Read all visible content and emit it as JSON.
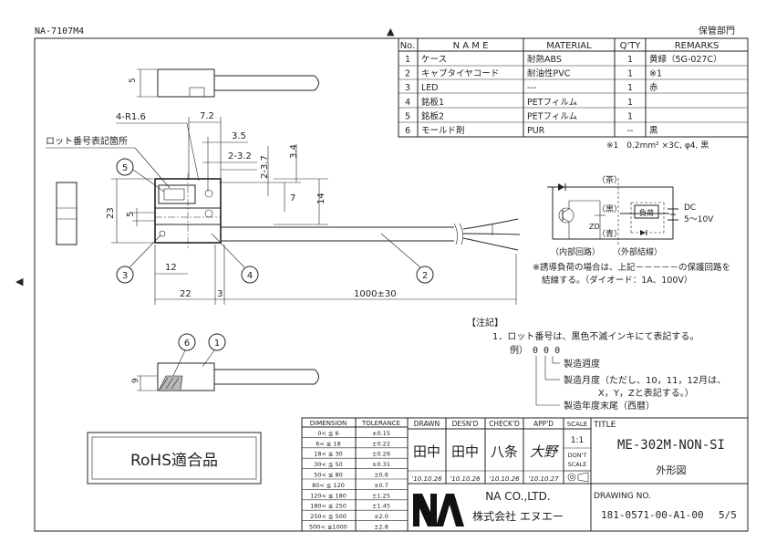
{
  "header": {
    "doc_code": "NA-7107M4",
    "dept": "保管部門",
    "center_mark": "▲",
    "side_mark": "◀"
  },
  "parts_table": {
    "headers": [
      "No.",
      "N A M E",
      "MATERIAL",
      "Q'TY",
      "REMARKS"
    ],
    "rows": [
      {
        "no": "1",
        "name": "ケース",
        "material": "耐熱ABS",
        "qty": "1",
        "remarks": "黄緑（5G-027C）"
      },
      {
        "no": "2",
        "name": "キャブタイヤコード",
        "material": "耐油性PVC",
        "qty": "1",
        "remarks": "※1"
      },
      {
        "no": "3",
        "name": "LED",
        "material": "---",
        "qty": "1",
        "remarks": "赤"
      },
      {
        "no": "4",
        "name": "銘板1",
        "material": "PETフィルム",
        "qty": "1",
        "remarks": ""
      },
      {
        "no": "5",
        "name": "銘板2",
        "material": "PETフィルム",
        "qty": "1",
        "remarks": ""
      },
      {
        "no": "6",
        "name": "モールド剤",
        "material": "PUR",
        "qty": "--",
        "remarks": "黒"
      }
    ],
    "footnote": "※1　0.2mm² ×3C, φ4, 黒"
  },
  "drawing": {
    "dims": {
      "d5_top": "5",
      "r16": "4-R1.6",
      "d72": "7.2",
      "d35": "3.5",
      "d232": "2-3.2",
      "d237": "2-3.7",
      "d34": "3.4",
      "d7": "7",
      "d14": "14",
      "d23": "23",
      "d5_mid": "5",
      "d12": "12",
      "d22": "22",
      "d3": "3",
      "d1000": "1000±30",
      "d9": "9"
    },
    "lot_label": "ロット番号表記箇所",
    "balloons": [
      "5",
      "3",
      "4",
      "2",
      "6",
      "1"
    ]
  },
  "circuit": {
    "wire_brown": "（茶）",
    "wire_black": "（黒）",
    "wire_blue": "（青）",
    "load": "負荷",
    "zd": "ZD",
    "dc_label": "DC",
    "voltage": "5～10V",
    "internal": "（内部回路）",
    "external": "（外部結線）",
    "note_line1": "※誘導負荷の場合は、上記－－－－－の保護回路を",
    "note_line2": "結線する。（ダイオード：1A、100V）"
  },
  "notes": {
    "title": "【注記】",
    "line1": "1．ロット番号は、黒色不滅インキにて表記する。",
    "example_label": "例）",
    "example_code": "0 0 0",
    "item1": "製造週度",
    "item2a": "製造月度（ただし、10，11，12月は、",
    "item2b": "X，Y，Zと表記する。）",
    "item3": "製造年度末尾（西暦）"
  },
  "rohs_label": "RoHS適合品",
  "tolerance": {
    "headers": [
      "DIMENSION",
      "TOLERANCE"
    ],
    "rows": [
      [
        "0< ≦ 6",
        "±0.15"
      ],
      [
        "6< ≦ 18",
        "±0.22"
      ],
      [
        "18< ≦ 30",
        "±0.26"
      ],
      [
        "30< ≦ 50",
        "±0.31"
      ],
      [
        "50< ≦ 80",
        "±0.6"
      ],
      [
        "80< ≦ 120",
        "±0.7"
      ],
      [
        "120< ≦ 180",
        "±1.25"
      ],
      [
        "180< ≦ 250",
        "±1.45"
      ],
      [
        "250< ≦ 500",
        "±2.0"
      ],
      [
        "500< ≦1000",
        "±2.8"
      ]
    ]
  },
  "title_block": {
    "headers": [
      "DRAWN",
      "DESN'D",
      "CHECK'D",
      "APP'D",
      "SCALE"
    ],
    "signatures": [
      "田中",
      "田中",
      "八条",
      "大野"
    ],
    "dates": [
      "'10.10.26",
      "'10.10.26",
      "'10.10.26",
      "'10.10.27"
    ],
    "scale": "1:1",
    "dont_scale": "DON'T SCALE",
    "title_label": "TITLE",
    "model": "ME-302M-NON-SI",
    "drawing_kind": "外形図",
    "company_en": "NA CO.,LTD.",
    "company_jp": "株式会社 エヌエー",
    "logo_text": "NA",
    "drawing_no_label": "DRAWING NO.",
    "drawing_no": "181-0571-00-A1-00",
    "sheet": "5/5"
  }
}
